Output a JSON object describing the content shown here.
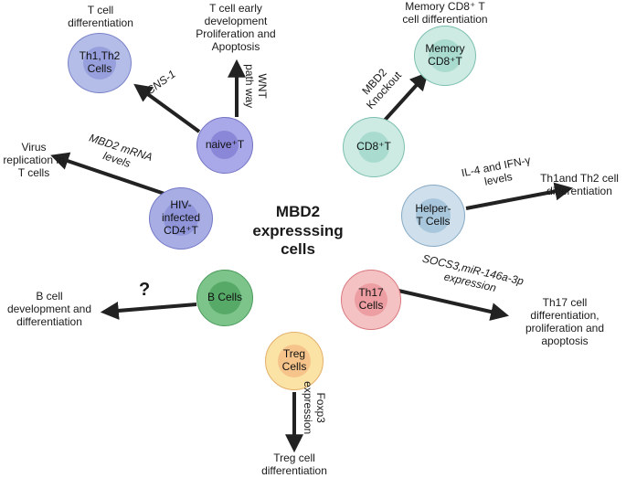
{
  "title": "MBD2\nexpresssing cells",
  "colors": {
    "naive_fill": "#a9a9e9",
    "naive_nucleus": "#8b87d8",
    "naive_border": "#7373c4",
    "th12_fill": "#b4bce8",
    "th12_nucleus": "#97a0dc",
    "th12_border": "#7b84c8",
    "hiv_fill": "#a8aee4",
    "hiv_nucleus": "#8f95d8",
    "hiv_border": "#7378c6",
    "cd8_fill": "#cdebe2",
    "cd8_nucleus": "#a9dccf",
    "cd8_border": "#7cbfb0",
    "memory_fill": "#cdebe2",
    "memory_nucleus": "#a9dccf",
    "memory_border": "#7cbfb0",
    "helper_fill": "#cfe0ec",
    "helper_nucleus": "#a9c7dc",
    "helper_border": "#85a9c4",
    "th17_fill": "#f5c2c4",
    "th17_nucleus": "#ec9ea2",
    "th17_border": "#d9797e",
    "bcell_fill": "#7cc48a",
    "bcell_nucleus": "#56a967",
    "bcell_border": "#4b9a5b",
    "treg_fill": "#fbe3a6",
    "treg_nucleus": "#f6c48a",
    "treg_border": "#e4b06a",
    "arrow": "#222222"
  },
  "cells": {
    "naive": "naive⁺T",
    "th12": "Th1,Th2\nCells",
    "hiv": "HIV-\ninfected\nCD4⁺T",
    "cd8": "CD8⁺T",
    "memory": "Memory\nCD8⁺T",
    "helper": "Helper-\nT Cells",
    "th17": "Th17\nCells",
    "bcell": "B Cells",
    "treg": "Treg\nCells"
  },
  "texts": {
    "tcell_diff": "T cell\ndifferentiation",
    "early_dev": "T cell early\ndevelopment\nProliferation and\nApoptosis",
    "memory_diff": "Memory CD8⁺ T\ncell differentiation",
    "virus": "Virus\nreplication in\nT cells",
    "th1th2_diff": "Th1and Th2 cell\ndifferentiation",
    "bcell_dev": "B cell\ndevelopment and\ndifferentiation",
    "th17_diff": "Th17 cell\ndifferentiation,\nproliferation and\napoptosis",
    "treg_diff": "Treg cell\ndifferentiation",
    "question": "?"
  },
  "arrow_labels": {
    "cns1": "CNS-1",
    "wnt": "WNT\npath way",
    "mbd2_ko": "MBD2\nKnockout",
    "mbd2_mrna": "MBD2 mRNA\nlevels",
    "il4": "IL-4 and IFN-γ\nlevels",
    "socs3": "SOCS3,miR-146a-3p\nexpression",
    "foxp3": "Foxp3\nexpression"
  }
}
